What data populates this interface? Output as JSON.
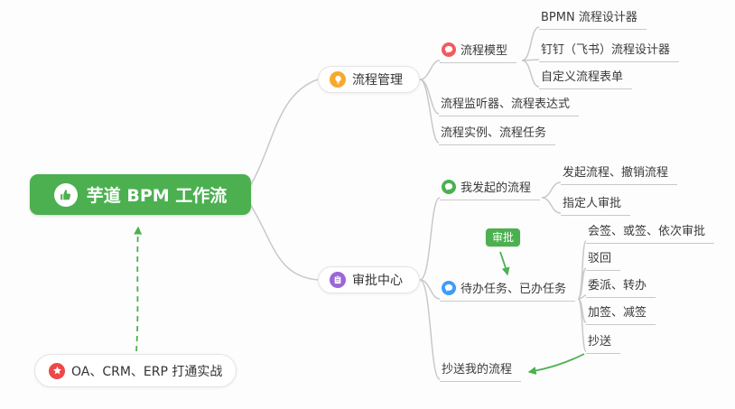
{
  "mindmap": {
    "root": {
      "label": "芋道 BPM 工作流"
    },
    "note": {
      "label": "OA、CRM、ERP 打通实战"
    },
    "branch_process": {
      "label": "流程管理",
      "model": {
        "label": "流程模型",
        "items": [
          "BPMN 流程设计器",
          "钉钉（飞书）流程设计器",
          "自定义流程表单"
        ]
      },
      "listener_label": "流程监听器、流程表达式",
      "instance_label": "流程实例、流程任务"
    },
    "branch_approval": {
      "label": "审批中心",
      "initiated": {
        "label": "我发起的流程",
        "items": [
          "发起流程、撤销流程",
          "指定人审批"
        ]
      },
      "badge_label": "审批",
      "tasks": {
        "label": "待办任务、已办任务",
        "items": [
          "会签、或签、依次审批",
          "驳回",
          "委派、转办",
          "加签、减签",
          "抄送"
        ]
      },
      "cc_label": "抄送我的流程"
    },
    "colors": {
      "root_green": "#4CB050",
      "badge_green": "#4CB050",
      "arrow_green": "#4CB050",
      "icon_orange": "#F7A92E",
      "icon_red": "#F2595F",
      "icon_purple": "#9B67D5",
      "icon_green": "#4CB050",
      "icon_blue": "#3F9BFA",
      "icon_star_red": "#EE4747",
      "connector_gray": "#C9C9C9"
    }
  }
}
